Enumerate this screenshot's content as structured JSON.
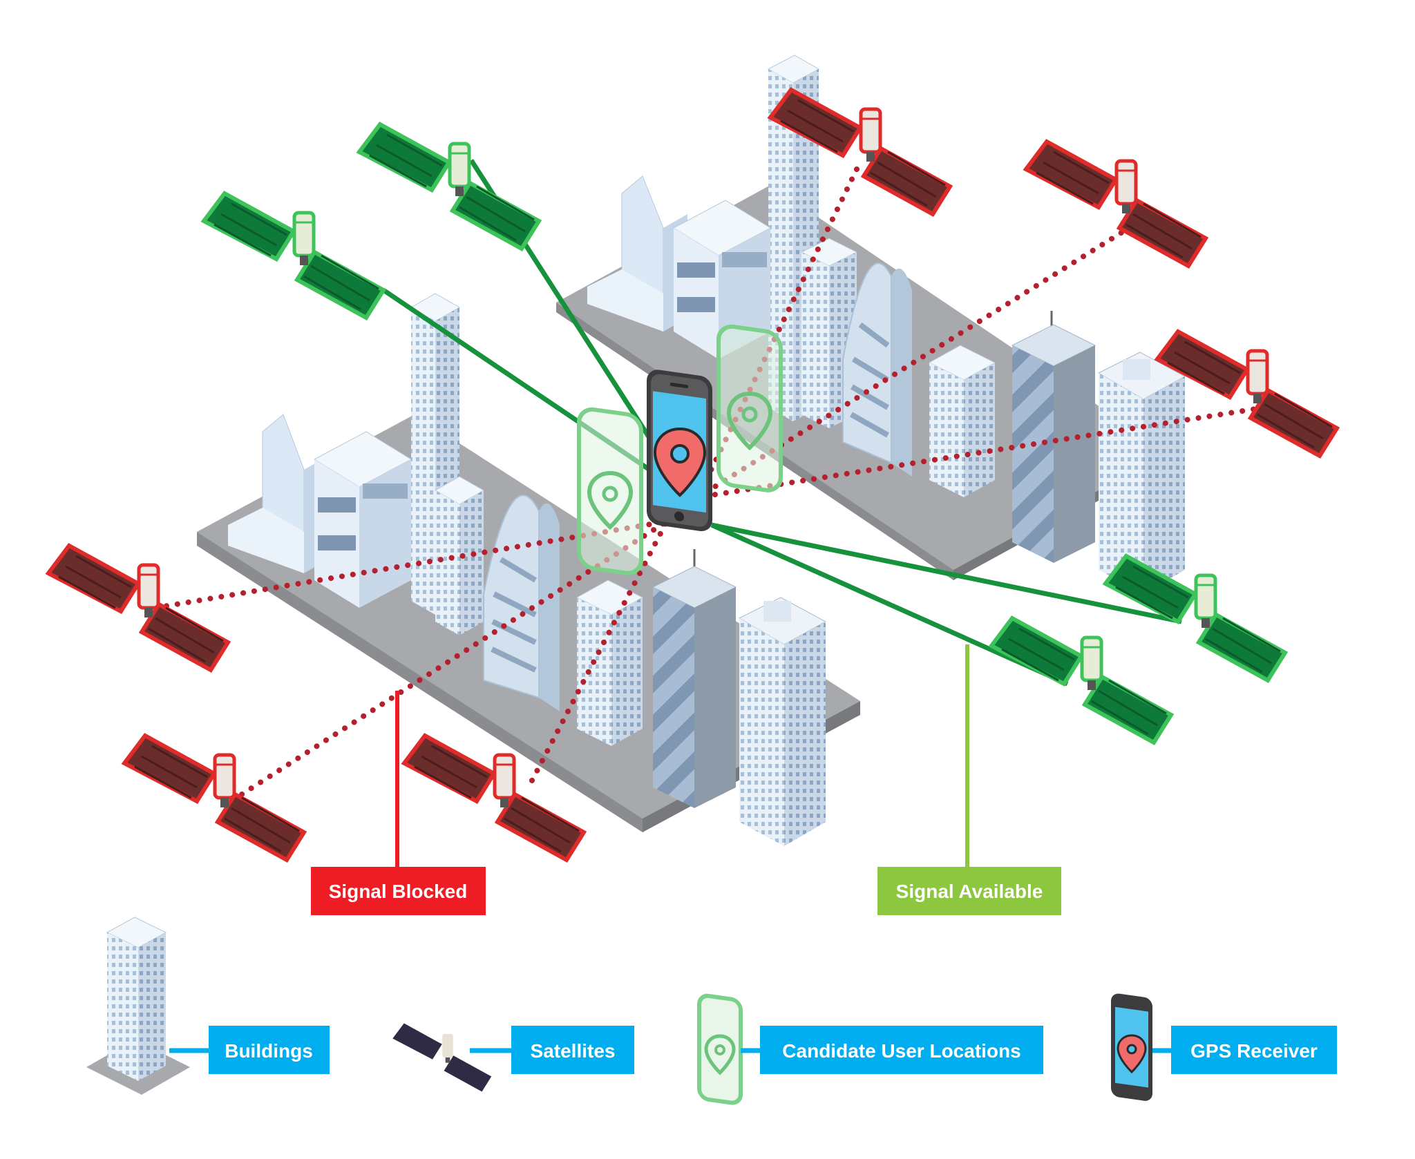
{
  "colors": {
    "blocked": "#ee1c25",
    "blocked_line": "#b5202e",
    "available": "#8dc63f",
    "available_line": "#16913c",
    "legend_blue": "#00aeef",
    "ground": "#a7a9ac",
    "building": "#e4eef8",
    "sat_green_panel": "#0d7a3a",
    "sat_red_panel": "#6b2c2c",
    "phone_screen": "#4fc3ee",
    "pin": "#f26b6b"
  },
  "labels": {
    "signal_blocked": "Signal Blocked",
    "signal_available": "Signal Available"
  },
  "legend": {
    "buildings": "Buildings",
    "satellites": "Satellites",
    "candidate": "Candidate User Locations",
    "receiver": "GPS Receiver"
  },
  "icons": {
    "satellite": "satellite-icon",
    "building": "building-icon",
    "phone": "smartphone-icon",
    "pin": "map-pin-icon"
  },
  "signals": [
    {
      "id": "sat-green-1",
      "status": "available"
    },
    {
      "id": "sat-green-2",
      "status": "available"
    },
    {
      "id": "sat-green-3",
      "status": "available"
    },
    {
      "id": "sat-green-4",
      "status": "available"
    },
    {
      "id": "sat-red-1",
      "status": "blocked"
    },
    {
      "id": "sat-red-2",
      "status": "blocked"
    },
    {
      "id": "sat-red-3",
      "status": "blocked"
    },
    {
      "id": "sat-red-4",
      "status": "blocked"
    },
    {
      "id": "sat-red-5",
      "status": "blocked"
    },
    {
      "id": "sat-red-6",
      "status": "blocked"
    }
  ]
}
